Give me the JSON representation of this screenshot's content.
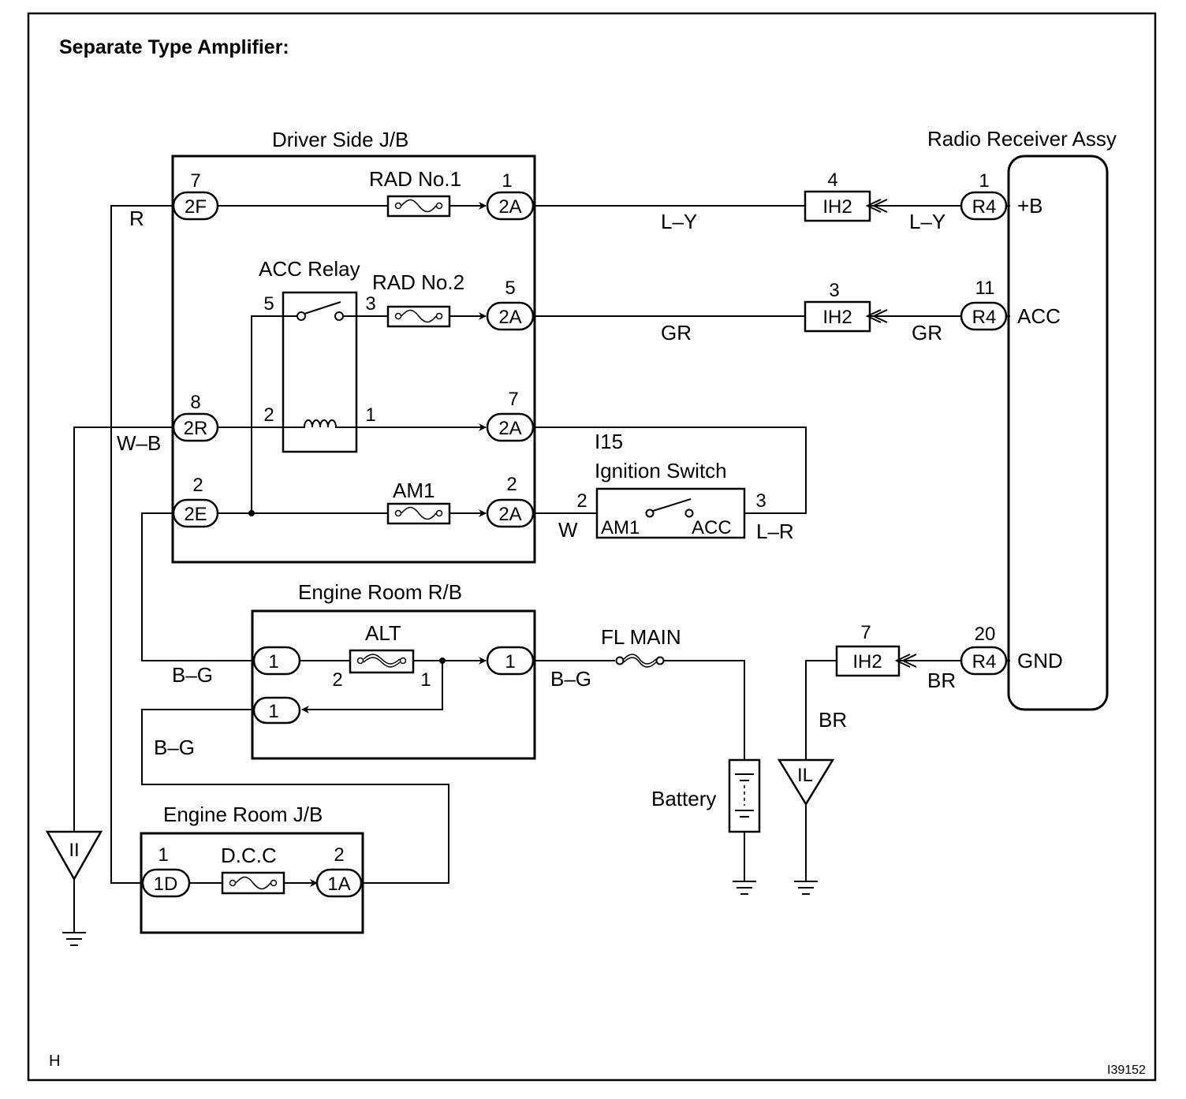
{
  "title": "Separate Type Amplifier:",
  "corner_left": "H",
  "corner_right": "I39152",
  "blocks": {
    "driver_jb": "Driver Side J/B",
    "radio": "Radio Receiver Assy",
    "engine_rb": "Engine Room R/B",
    "engine_jb": "Engine Room J/B",
    "ignition_id": "I15",
    "ignition": "Ignition Switch",
    "battery": "Battery"
  },
  "fuses": {
    "rad1": "RAD No.1",
    "rad2": "RAD No.2",
    "am1": "AM1",
    "alt": "ALT",
    "dcc": "D.C.C",
    "fl_main": "FL MAIN"
  },
  "relay": {
    "name": "ACC Relay",
    "pin5": "5",
    "pin3": "3",
    "pin2": "2",
    "pin1": "1"
  },
  "connectors": {
    "c2f": "2F",
    "c2f_pin": "7",
    "c2r": "2R",
    "c2r_pin": "8",
    "c2e": "2E",
    "c2e_pin": "2",
    "c2a1": "2A",
    "c2a1_pin": "1",
    "c2a2": "2A",
    "c2a2_pin": "5",
    "c2a3": "2A",
    "c2a3_pin": "7",
    "c2a4": "2A",
    "c2a4_pin": "2",
    "ih2_a": "IH2",
    "ih2_a_pin": "4",
    "ih2_b": "IH2",
    "ih2_b_pin": "3",
    "ih2_c": "IH2",
    "ih2_c_pin": "7",
    "r4_a": "R4",
    "r4_a_pin": "1",
    "r4_b": "R4",
    "r4_b_pin": "11",
    "r4_c": "R4",
    "r4_c_pin": "20",
    "rb1_left": "1",
    "rb1_right": "1",
    "rb1_lower": "1",
    "alt_pin_left": "2",
    "alt_pin_right": "1",
    "c1d": "1D",
    "c1d_pin": "1",
    "c1a": "1A",
    "c1a_pin": "2"
  },
  "ignition_switch": {
    "pin_in": "2",
    "pin_out": "3",
    "label_in": "AM1",
    "label_out": "ACC"
  },
  "radio_terminals": {
    "b": "+B",
    "acc": "ACC",
    "gnd": "GND"
  },
  "wires": {
    "ly1": "L–Y",
    "ly2": "L–Y",
    "gr1": "GR",
    "gr2": "GR",
    "r": "R",
    "wb": "W–B",
    "w": "W",
    "lr": "L–R",
    "bg1": "B–G",
    "bg2": "B–G",
    "bg3": "B–G",
    "br1": "BR",
    "br2": "BR"
  },
  "grounds": {
    "ii": "II",
    "il": "IL"
  }
}
